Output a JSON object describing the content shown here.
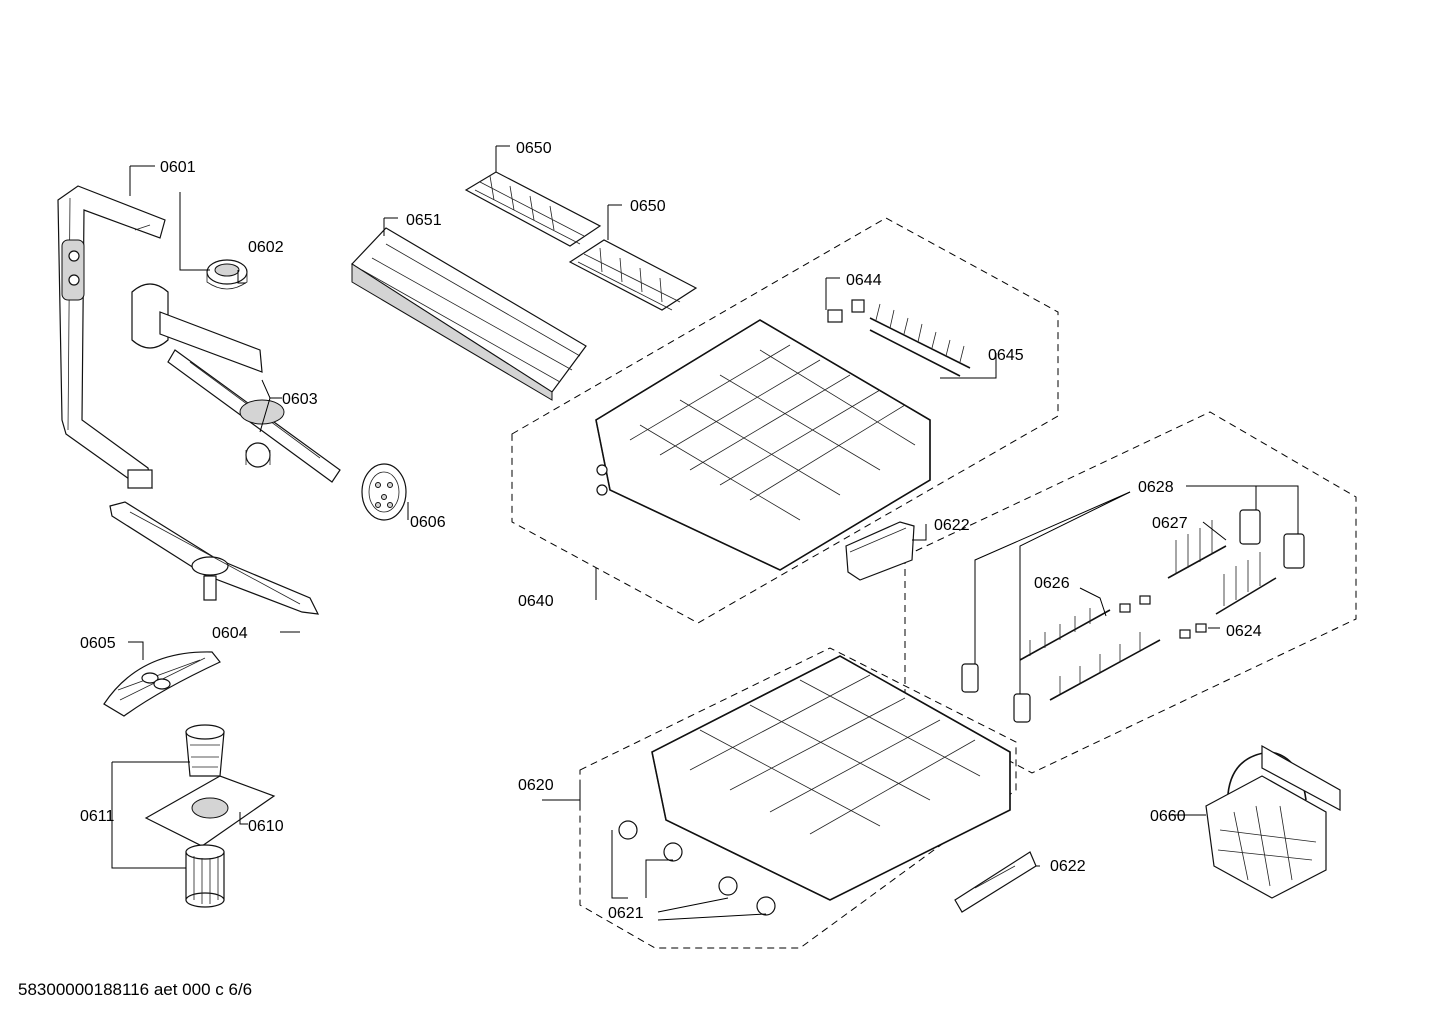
{
  "footer": {
    "document_id": "58300000188116 aet 000 c 6/6"
  },
  "callouts": [
    {
      "id": "c0601",
      "label": "0601"
    },
    {
      "id": "c0602",
      "label": "0602"
    },
    {
      "id": "c0603",
      "label": "0603"
    },
    {
      "id": "c0604",
      "label": "0604"
    },
    {
      "id": "c0605",
      "label": "0605"
    },
    {
      "id": "c0606",
      "label": "0606"
    },
    {
      "id": "c0610",
      "label": "0610"
    },
    {
      "id": "c0611",
      "label": "0611"
    },
    {
      "id": "c0620",
      "label": "0620"
    },
    {
      "id": "c0621",
      "label": "0621"
    },
    {
      "id": "c0622a",
      "label": "0622"
    },
    {
      "id": "c0622b",
      "label": "0622"
    },
    {
      "id": "c0624",
      "label": "0624"
    },
    {
      "id": "c0626",
      "label": "0626"
    },
    {
      "id": "c0627",
      "label": "0627"
    },
    {
      "id": "c0628",
      "label": "0628"
    },
    {
      "id": "c0640",
      "label": "0640"
    },
    {
      "id": "c0644",
      "label": "0644"
    },
    {
      "id": "c0645",
      "label": "0645"
    },
    {
      "id": "c0650a",
      "label": "0650"
    },
    {
      "id": "c0650b",
      "label": "0650"
    },
    {
      "id": "c0651",
      "label": "0651"
    },
    {
      "id": "c0660",
      "label": "0660"
    }
  ]
}
